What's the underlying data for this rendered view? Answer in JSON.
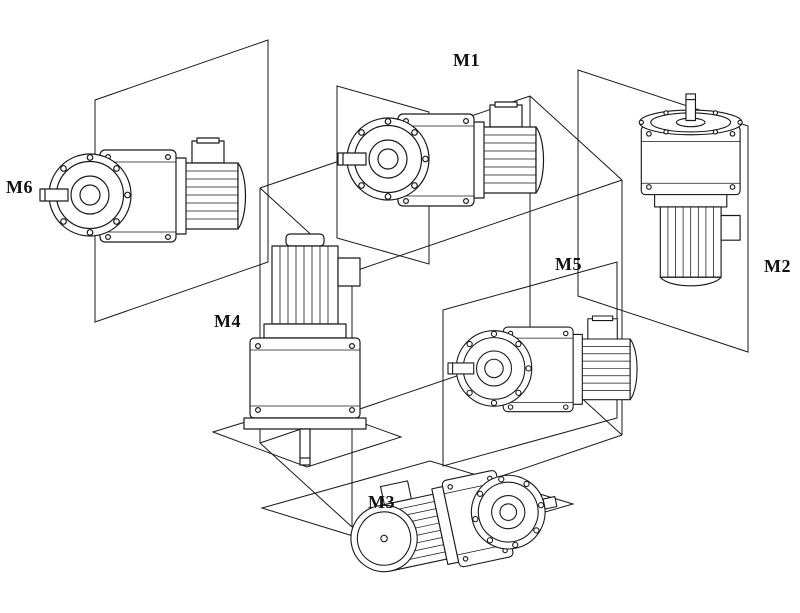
{
  "page": {
    "background_color": "#ffffff",
    "line_color": "#1a1a1a"
  },
  "diagram": {
    "name": "gearmotor-mounting-positions",
    "labels": {
      "m1": "M1",
      "m2": "M2",
      "m3": "M3",
      "m4": "M4",
      "m5": "M5",
      "m6": "M6"
    }
  }
}
